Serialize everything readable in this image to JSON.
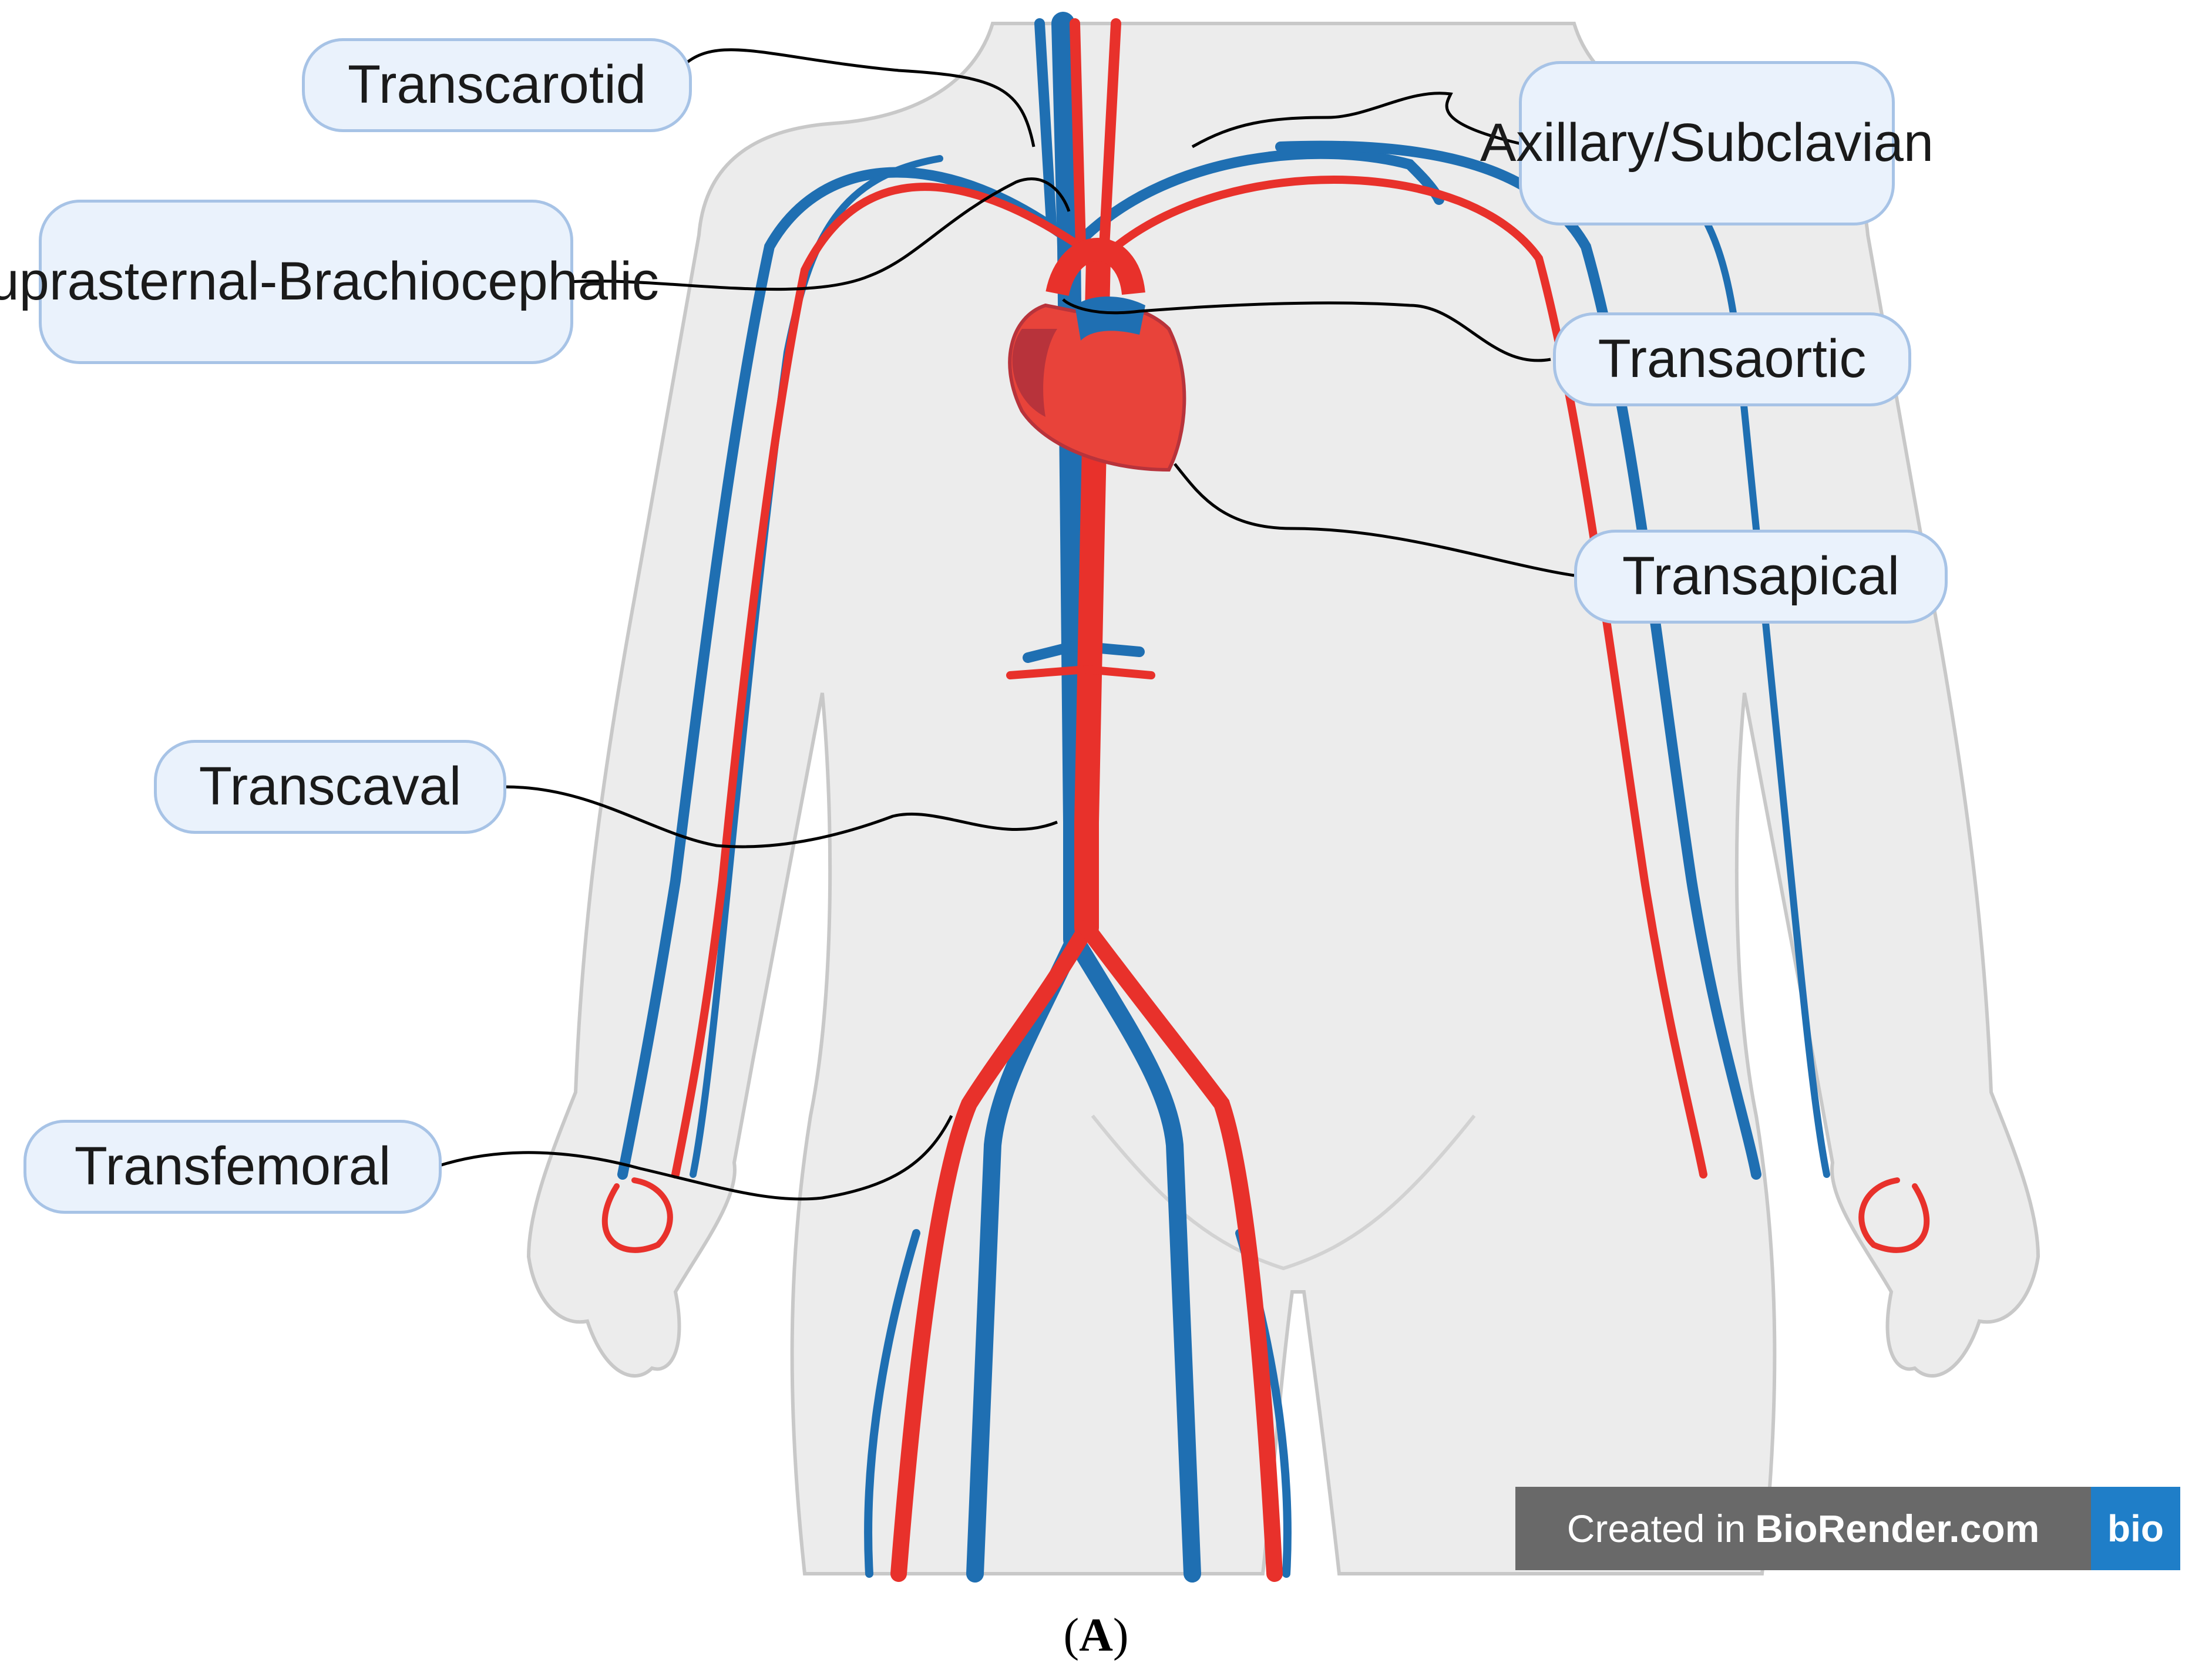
{
  "labels": {
    "transcarotid": "Transcarotid",
    "axillary_line1": "Axillary/",
    "axillary_line2": "Subclavian",
    "suprasternal_line1": "Suprasternal-",
    "suprasternal_line2": "Brachiocephalic",
    "transaortic": "Transaortic",
    "transapical": "Transapical",
    "transcaval": "Transcaval",
    "transfemoral": "Transfemoral"
  },
  "watermark": {
    "prefix": "Created in",
    "brand": "BioRender.com",
    "logo": "bio"
  },
  "caption": {
    "open": "(",
    "letter": "A",
    "close": ")"
  },
  "colors": {
    "artery": "#e8312b",
    "vein": "#1f6fb2",
    "body": "#ececec",
    "body_outline": "#c8c8c8",
    "heart": "#e8433a",
    "heart_dark": "#b8333b",
    "label_fill": "#eaf2fc",
    "label_border": "#a7c3e6"
  }
}
